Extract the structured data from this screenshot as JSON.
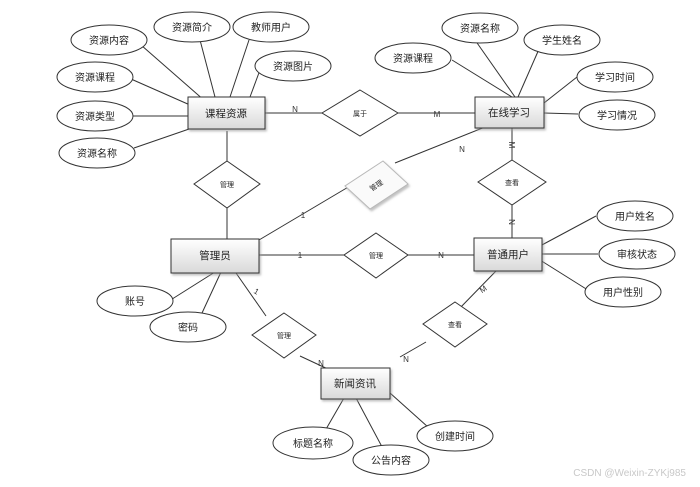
{
  "entities": [
    {
      "id": "course",
      "label": "课程资源"
    },
    {
      "id": "online",
      "label": "在线学习"
    },
    {
      "id": "admin",
      "label": "管理员"
    },
    {
      "id": "user",
      "label": "普通用户"
    },
    {
      "id": "news",
      "label": "新闻资讯"
    }
  ],
  "attributes": [
    {
      "id": "c1",
      "label": "资源内容",
      "entity": "course"
    },
    {
      "id": "c2",
      "label": "资源简介",
      "entity": "course"
    },
    {
      "id": "c3",
      "label": "教师用户",
      "entity": "course"
    },
    {
      "id": "c4",
      "label": "资源图片",
      "entity": "course"
    },
    {
      "id": "c5",
      "label": "资源课程",
      "entity": "course"
    },
    {
      "id": "c6",
      "label": "资源类型",
      "entity": "course"
    },
    {
      "id": "c7",
      "label": "资源名称",
      "entity": "course"
    },
    {
      "id": "o1",
      "label": "资源名称",
      "entity": "online"
    },
    {
      "id": "o2",
      "label": "学生姓名",
      "entity": "online"
    },
    {
      "id": "o3",
      "label": "资源课程",
      "entity": "online"
    },
    {
      "id": "o4",
      "label": "学习时间",
      "entity": "online"
    },
    {
      "id": "o5",
      "label": "学习情况",
      "entity": "online"
    },
    {
      "id": "u1",
      "label": "用户姓名",
      "entity": "user"
    },
    {
      "id": "u2",
      "label": "审核状态",
      "entity": "user"
    },
    {
      "id": "u3",
      "label": "用户性别",
      "entity": "user"
    },
    {
      "id": "a1",
      "label": "账号",
      "entity": "admin"
    },
    {
      "id": "a2",
      "label": "密码",
      "entity": "admin"
    },
    {
      "id": "n1",
      "label": "标题名称",
      "entity": "news"
    },
    {
      "id": "n2",
      "label": "公告内容",
      "entity": "news"
    },
    {
      "id": "n3",
      "label": "创建时间",
      "entity": "news"
    }
  ],
  "relationships": [
    {
      "id": "r_belong",
      "label": "属于",
      "from": "course",
      "to": "online",
      "card_from": "N",
      "card_to": "M"
    },
    {
      "id": "r_manage_course",
      "label": "管理",
      "from": "course",
      "to": "admin",
      "card_from": "",
      "card_to": ""
    },
    {
      "id": "r_manage_online",
      "label": "管理",
      "from": "admin",
      "to": "online",
      "card_from": "1",
      "card_to": "N"
    },
    {
      "id": "r_learn",
      "label": "查看",
      "from": "online",
      "to": "user",
      "card_from": "M",
      "card_to": "N"
    },
    {
      "id": "r_manage_user",
      "label": "管理",
      "from": "admin",
      "to": "user",
      "card_from": "1",
      "card_to": "N"
    },
    {
      "id": "r_manage_news",
      "label": "管理",
      "from": "admin",
      "to": "news",
      "card_from": "1",
      "card_to": "N"
    },
    {
      "id": "r_view_news",
      "label": "查看",
      "from": "user",
      "to": "news",
      "card_from": "M",
      "card_to": "N"
    }
  ],
  "watermark": "CSDN @Weixin-ZYKj985"
}
